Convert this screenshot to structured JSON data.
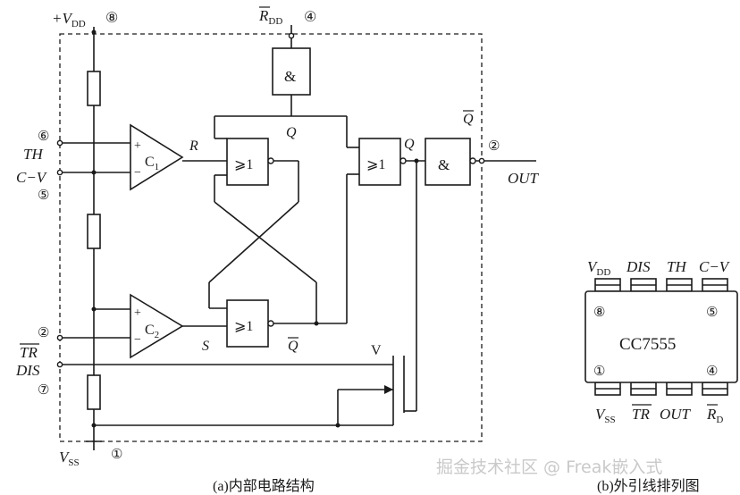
{
  "internal": {
    "vdd_label": "+V",
    "vdd_sub": "DD",
    "pin8": "⑧",
    "rdd_label": "R",
    "rdd_sub": "DD",
    "pin4": "④",
    "and_symbol": "&",
    "q_top": "Q",
    "q_right_top": "Q",
    "q_mid": "Q",
    "q_bottom": "Q",
    "r_label": "R",
    "s_label": "S",
    "pin6": "⑥",
    "th_label": "TH",
    "cv_label": "C−V",
    "pin5": "⑤",
    "pin2_left": "②",
    "tr_label": "TR",
    "dis_label": "DIS",
    "pin7": "⑦",
    "c1_label": "C",
    "c1_sub": "1",
    "c2_label": "C",
    "c2_sub": "2",
    "plus": "+",
    "minus": "−",
    "or_symbol": "⩾1",
    "v_label": "V",
    "pin2_right": "②",
    "out_label": "OUT",
    "vss_label": "V",
    "vss_sub": "SS",
    "pin1": "①",
    "caption": "(a)内部电路结构"
  },
  "package": {
    "top_pins": [
      {
        "main": "V",
        "sub": "DD"
      },
      {
        "main": "DIS",
        "sub": ""
      },
      {
        "main": "TH",
        "sub": ""
      },
      {
        "main": "C−V",
        "sub": ""
      }
    ],
    "bottom_pins": [
      {
        "main": "V",
        "sub": "SS"
      },
      {
        "main": "TR",
        "sub": ""
      },
      {
        "main": "OUT",
        "sub": ""
      },
      {
        "main": "R",
        "sub": "D"
      }
    ],
    "chip_name": "CC7555",
    "pin8": "⑧",
    "pin5": "⑤",
    "pin1": "①",
    "pin4": "④",
    "caption": "(b)外引线排列图"
  },
  "watermark": "掘金技术社区 @ Freak嵌入式"
}
